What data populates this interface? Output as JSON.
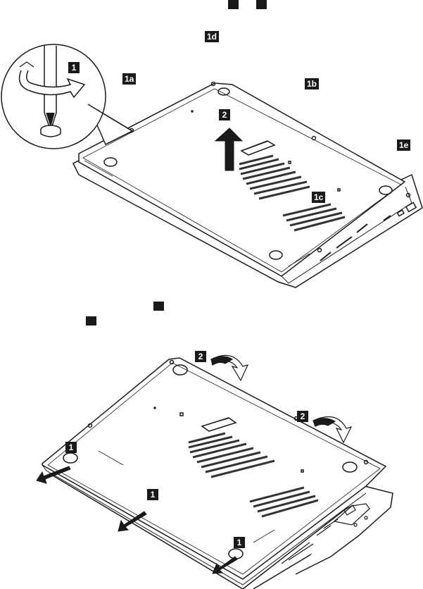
{
  "labels": {
    "step_1": "1",
    "step_1a": "1a",
    "step_1b": "1b",
    "step_1c": "1c",
    "step_1d": "1d",
    "step_1e": "1e",
    "step_2": "2"
  },
  "colors": {
    "ink": "#1a1a1a",
    "paper": "#ffffff",
    "shade": "#e6e6e6"
  }
}
